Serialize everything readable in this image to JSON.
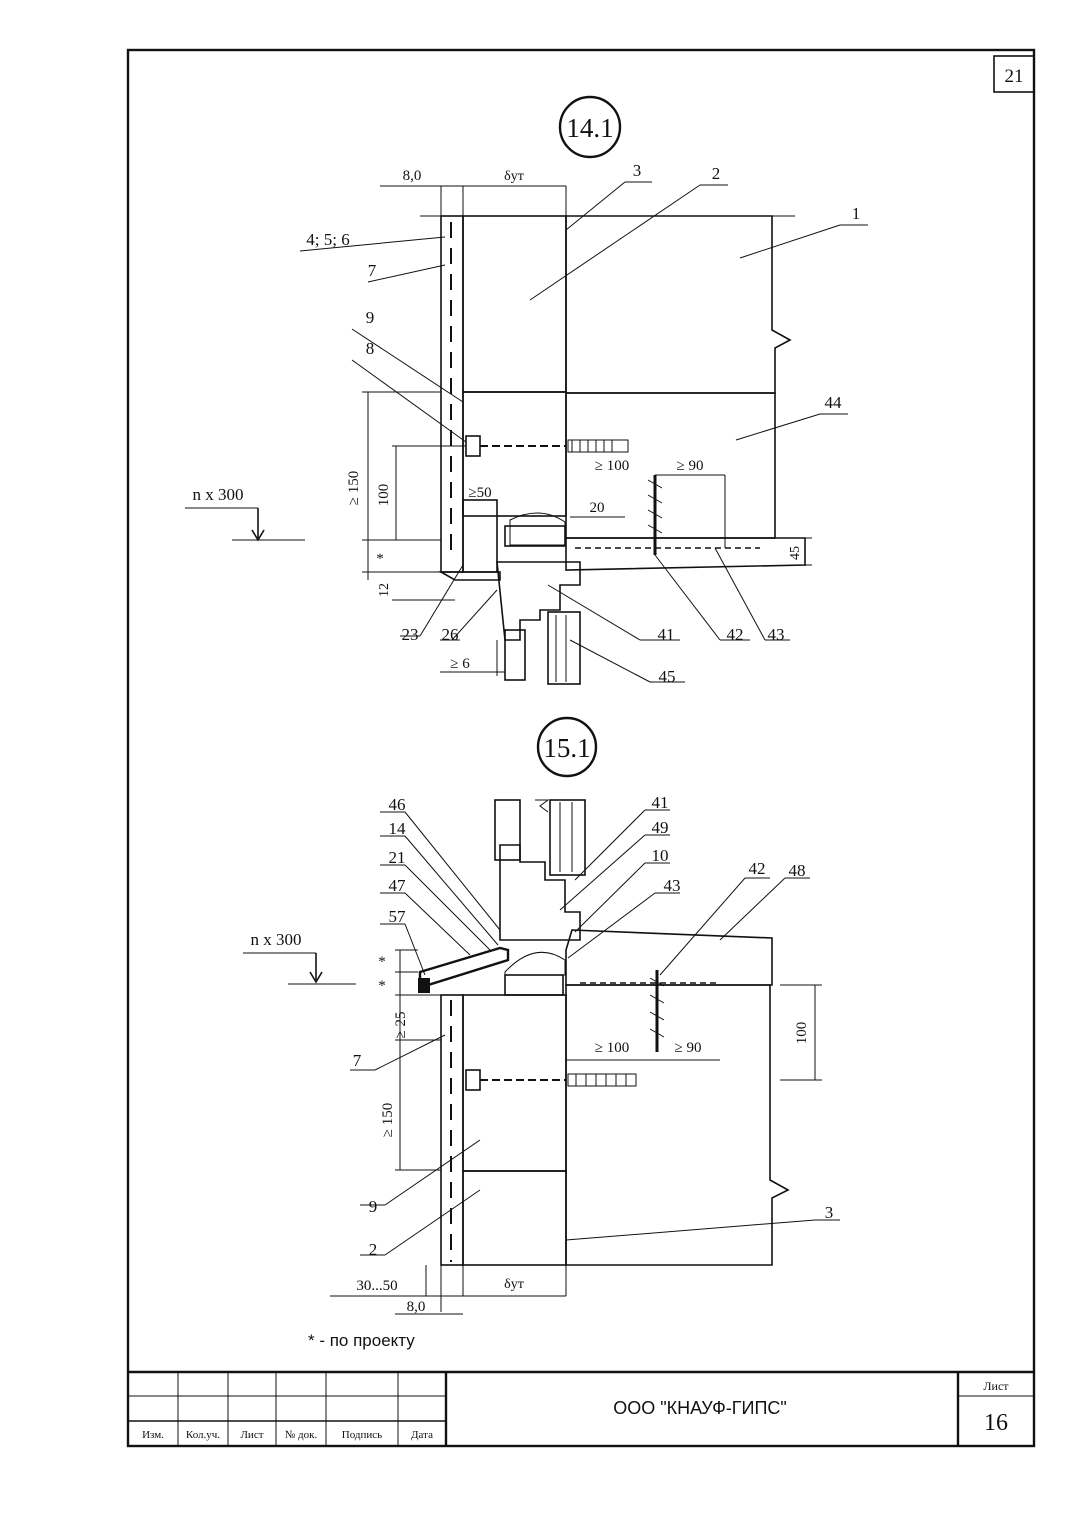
{
  "sheet_number_corner": "21",
  "detail_a": {
    "title": "14.1",
    "dims": {
      "top_8": "8,0",
      "top_delta": "δут",
      "d100": "≥ 100",
      "d90": "≥ 90",
      "d20": "20",
      "d50": "≥50",
      "d150": "≥ 150",
      "dv100": "100",
      "star": "*",
      "d12": "12",
      "d45": "45",
      "d6": "≥ 6"
    },
    "n300": "n x 300",
    "callouts": {
      "c1": "1",
      "c2": "2",
      "c3": "3",
      "c456": "4; 5; 6",
      "c7": "7",
      "c8": "8",
      "c9": "9",
      "c44": "44",
      "c23": "23",
      "c26": "26",
      "c41": "41",
      "c42": "42",
      "c43": "43",
      "c45": "45"
    }
  },
  "detail_b": {
    "title": "15.1",
    "dims": {
      "d100": "≥ 100",
      "d90": "≥ 90",
      "dv100": "100",
      "d25": "≥ 25",
      "d150": "≥ 150",
      "d3050": "30...50",
      "bottom_8": "8,0",
      "bottom_delta": "δут",
      "star1": "*",
      "star2": "*"
    },
    "n300": "n x 300",
    "callouts": {
      "c46": "46",
      "c14": "14",
      "c21": "21",
      "c47": "47",
      "c57": "57",
      "c41": "41",
      "c49": "49",
      "c10": "10",
      "c43": "43",
      "c42": "42",
      "c48": "48",
      "c7": "7",
      "c9": "9",
      "c2": "2",
      "c3": "3"
    }
  },
  "footnote": "* - по проекту",
  "title_block": {
    "headers": [
      "Изм.",
      "Кол.уч.",
      "Лист",
      "№ док.",
      "Подпись",
      "Дата"
    ],
    "company": "ООО \"КНАУФ-ГИПС\"",
    "sheet_label": "Лист",
    "sheet_number": "16"
  }
}
